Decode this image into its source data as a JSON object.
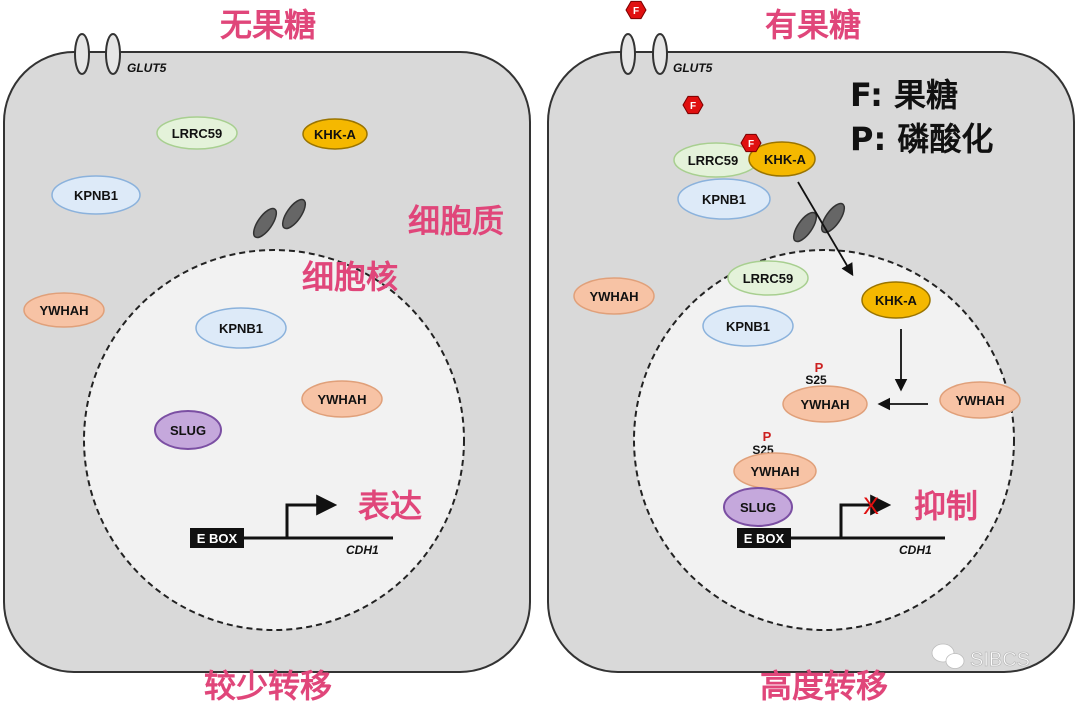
{
  "left_panel": {
    "title": "无果糖",
    "footer": "较少转移",
    "transporter": "GLUT5",
    "cytoplasm_label": "细胞质",
    "nucleus_label": "细胞核",
    "proteins": {
      "lrrc59": "LRRC59",
      "khk_a": "KHK-A",
      "kpnb1_cyto": "KPNB1",
      "ywhah_cyto": "YWHAH",
      "kpnb1_nuc": "KPNB1",
      "ywhah_nuc": "YWHAH",
      "slug": "SLUG"
    },
    "ebox": "E BOX",
    "gene": "CDH1",
    "outcome": "表达"
  },
  "right_panel": {
    "title": "有果糖",
    "footer": "高度转移",
    "transporter": "GLUT5",
    "fructose_symbol": "F",
    "legend": {
      "fructose": "F: 果糖",
      "phosphorylation": "P: 磷酸化"
    },
    "proteins": {
      "lrrc59_cyto": "LRRC59",
      "khk_a_cyto": "KHK-A",
      "kpnb1_cyto": "KPNB1",
      "ywhah_cyto": "YWHAH",
      "lrrc59_nuc": "LRRC59",
      "kpnb1_nuc": "KPNB1",
      "khk_a_nuc": "KHK-A",
      "ywhah_p": "YWHAH",
      "ywhah_nuc": "YWHAH",
      "ywhah_slug": "YWHAH",
      "slug": "SLUG"
    },
    "phospho_symbol": "P",
    "site": "S25",
    "ebox": "E BOX",
    "gene": "CDH1",
    "outcome": "抑制",
    "inhibit_mark": "X"
  },
  "watermark": "SIBCS",
  "colors": {
    "title_pink": "#e0467a",
    "cell_fill": "#d9d9d9",
    "nucleus_fill": "#f2f2f2",
    "lrrc59": "#e4f2da",
    "khk_a": "#f5b800",
    "kpnb1": "#ddeaf8",
    "ywhah": "#f7c3a5",
    "slug": "#c5a8dc",
    "fructose_red": "#e01010"
  },
  "icons": [
    "glut5-channel-icon",
    "fructose-hexagon-icon",
    "nuclear-pore-icon",
    "arrow-icon",
    "wechat-icon"
  ]
}
